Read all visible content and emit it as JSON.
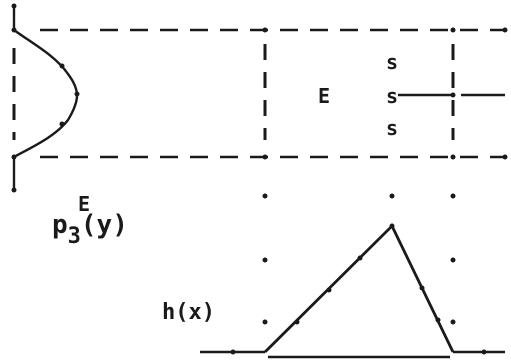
{
  "labels": {
    "region_label": "E",
    "s_top": "s",
    "s_middle": "s",
    "s_bottom": "s",
    "profile_base": "p",
    "profile_superscript": "E",
    "profile_subscript": "3",
    "profile_argument": "(y)",
    "h_label": "h(x)"
  },
  "colors": {
    "ink": "#1a1a1a",
    "background": "#ffffff"
  }
}
